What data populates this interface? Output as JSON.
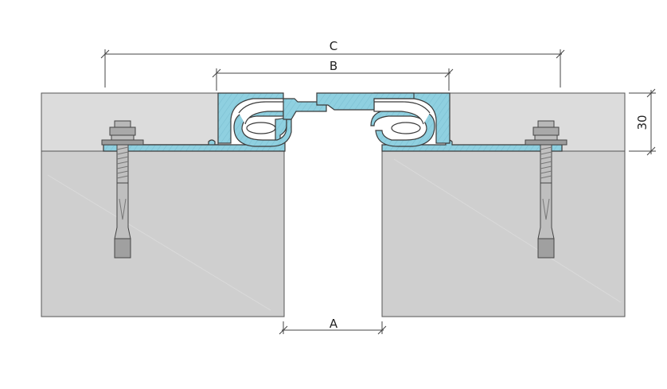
{
  "dimensions": {
    "gap_label": "A",
    "profile_label": "B",
    "overall_label": "C",
    "height_label": "30"
  },
  "colors": {
    "background": "#ffffff",
    "concrete_base": "#cfcfcf",
    "screed_layer": "#dcdcdc",
    "aluminium_profile": "#8fd0e0",
    "profile_outline": "#3a3a3a",
    "anchor_steel": "#a9a9a9",
    "dimension_line": "#444444"
  }
}
